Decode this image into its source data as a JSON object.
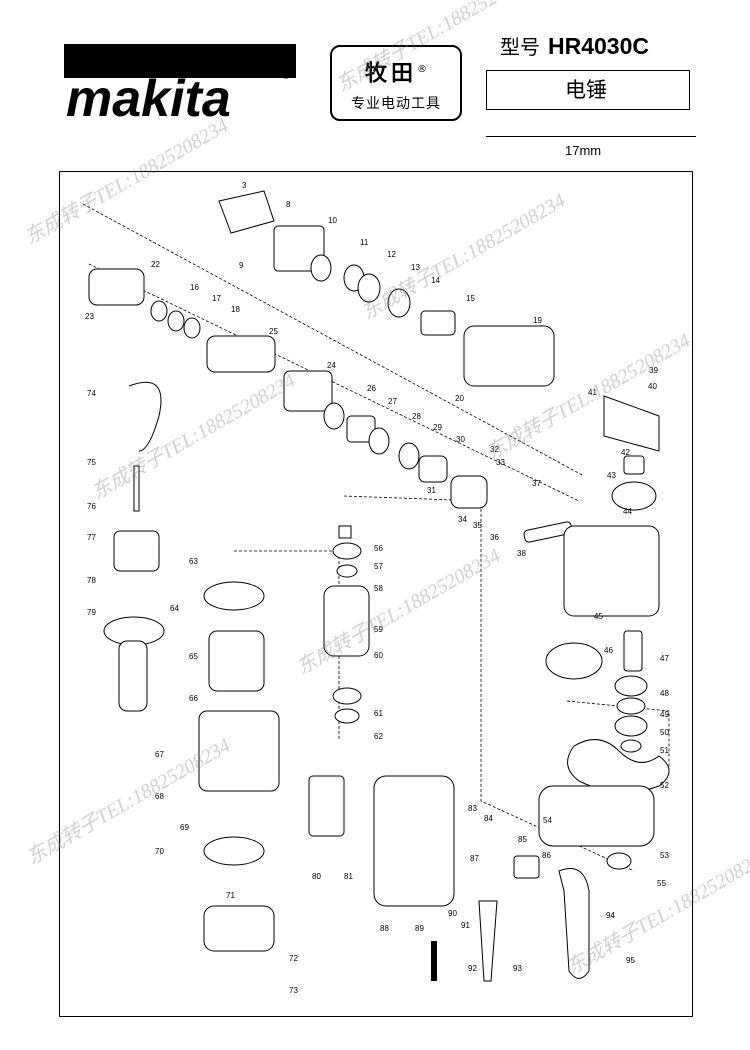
{
  "header": {
    "logo_text": "makita",
    "brand_main": "牧田",
    "brand_mark": "®",
    "brand_sub": "专业电动工具",
    "model_label": "型号",
    "model_value": "HR4030C",
    "product_name": "电锤",
    "spec": "17mm"
  },
  "diagram": {
    "part_numbers": [
      "3",
      "8",
      "9",
      "10",
      "11",
      "12",
      "13",
      "14",
      "15",
      "16",
      "17",
      "18",
      "19",
      "20",
      "22",
      "23",
      "24",
      "25",
      "26",
      "27",
      "28",
      "29",
      "30",
      "31",
      "32",
      "33",
      "34",
      "35",
      "36",
      "37",
      "38",
      "39",
      "40",
      "41",
      "42",
      "43",
      "44",
      "45",
      "46",
      "47",
      "48",
      "49",
      "50",
      "51",
      "52",
      "53",
      "54",
      "55",
      "56",
      "57",
      "58",
      "59",
      "60",
      "61",
      "62",
      "63",
      "64",
      "65",
      "66",
      "67",
      "68",
      "69",
      "70",
      "71",
      "72",
      "73",
      "74",
      "75",
      "76",
      "77",
      "78",
      "79",
      "80",
      "81",
      "83",
      "84",
      "85",
      "86",
      "87",
      "88",
      "89",
      "90",
      "91",
      "92",
      "93",
      "94",
      "95"
    ]
  },
  "watermark": "东成转子TEL:18825208234"
}
